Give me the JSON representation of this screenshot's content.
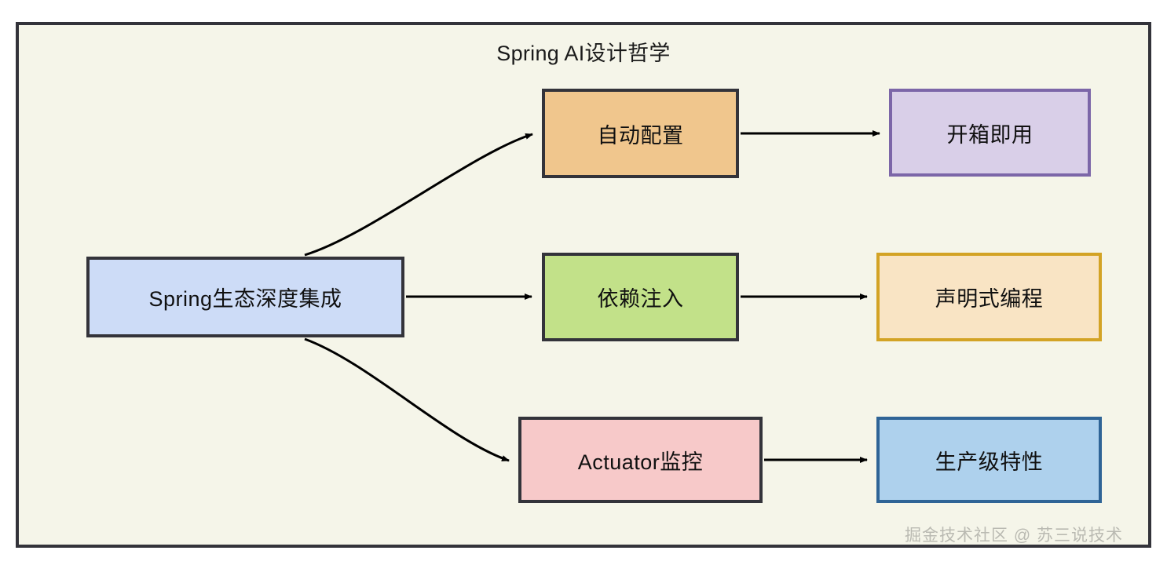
{
  "diagram": {
    "title": "Spring AI设计哲学",
    "type": "flowchart",
    "direction": "left-to-right",
    "background_color": "#f5f5e9",
    "frame_border_color": "#33333a",
    "nodes": [
      {
        "id": "root",
        "label": "Spring生态深度集成",
        "fill": "#cddcf7",
        "border": "#33333a",
        "column": 1
      },
      {
        "id": "auto_config",
        "label": "自动配置",
        "fill": "#f0c68d",
        "border": "#33333a",
        "column": 2
      },
      {
        "id": "dependency_injection",
        "label": "依赖注入",
        "fill": "#c2e189",
        "border": "#33333a",
        "column": 2
      },
      {
        "id": "actuator_monitor",
        "label": "Actuator监控",
        "fill": "#f7c9c9",
        "border": "#33333a",
        "column": 2
      },
      {
        "id": "out_of_box",
        "label": "开箱即用",
        "fill": "#d9cfe8",
        "border": "#7c66a8",
        "column": 3
      },
      {
        "id": "declarative_programming",
        "label": "声明式编程",
        "fill": "#f9e4c4",
        "border": "#d3a325",
        "column": 3
      },
      {
        "id": "production_features",
        "label": "生产级特性",
        "fill": "#aed1ed",
        "border": "#2f6496",
        "column": 3
      }
    ],
    "edges": [
      {
        "from": "root",
        "to": "auto_config",
        "style": "curved",
        "label": ""
      },
      {
        "from": "root",
        "to": "dependency_injection",
        "style": "straight",
        "label": ""
      },
      {
        "from": "root",
        "to": "actuator_monitor",
        "style": "curved",
        "label": ""
      },
      {
        "from": "auto_config",
        "to": "out_of_box",
        "style": "straight",
        "label": ""
      },
      {
        "from": "dependency_injection",
        "to": "declarative_programming",
        "style": "straight",
        "label": ""
      },
      {
        "from": "actuator_monitor",
        "to": "production_features",
        "style": "straight",
        "label": ""
      }
    ]
  },
  "watermark": {
    "text": "掘金技术社区 @ 苏三说技术"
  }
}
